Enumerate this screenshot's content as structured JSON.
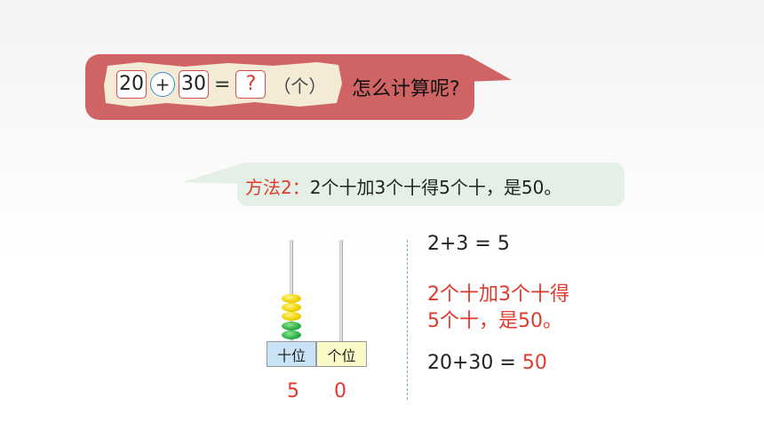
{
  "equation": {
    "a": "20",
    "op": "+",
    "b": "30",
    "eq": "=",
    "unknown": "?",
    "unit": "（个）"
  },
  "question": "怎么计算呢?",
  "method2": {
    "label": "方法2：",
    "text": "2个十加3个十得5个十，是50。"
  },
  "abacus": {
    "tens_label": "十位",
    "ones_label": "个位",
    "tens_digit": "5",
    "ones_digit": "0",
    "tens_beads": 5
  },
  "steps": {
    "line1": "2+3 = 5",
    "line2a": "2个十加3个十得",
    "line2b": "5个十，是50。",
    "line3_expr": "20+30 = ",
    "line3_result": "50"
  },
  "colors": {
    "bubble1": "#d06464",
    "bubble2": "#e4efe5",
    "accent_red": "#e03a2f",
    "accent_blue": "#3b8ad6"
  }
}
